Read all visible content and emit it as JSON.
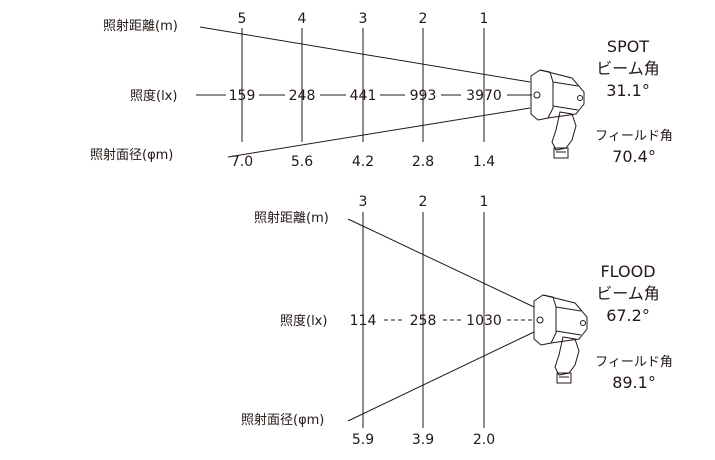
{
  "labels": {
    "distance": "照射距離(m)",
    "illuminance": "照度(lx)",
    "diameter": "照射面径(φm)"
  },
  "spot": {
    "title": "SPOT",
    "beam_label": "ビーム角",
    "beam_value": "31.1°",
    "field_label": "フィールド角",
    "field_value": "70.4°",
    "distances": [
      "5",
      "4",
      "3",
      "2",
      "1"
    ],
    "illuminance": [
      "159",
      "248",
      "441",
      "993",
      "3970"
    ],
    "diameters": [
      "7.0",
      "5.6",
      "4.2",
      "2.8",
      "1.4"
    ]
  },
  "flood": {
    "title": "FLOOD",
    "beam_label": "ビーム角",
    "beam_value": "67.2°",
    "field_label": "フィールド角",
    "field_value": "89.1°",
    "distances": [
      "3",
      "2",
      "1"
    ],
    "illuminance": [
      "114",
      "258",
      "1030"
    ],
    "diameters": [
      "5.9",
      "3.9",
      "2.0"
    ]
  },
  "colors": {
    "ink": "#231815",
    "lamp_fill": "#ffffff"
  }
}
